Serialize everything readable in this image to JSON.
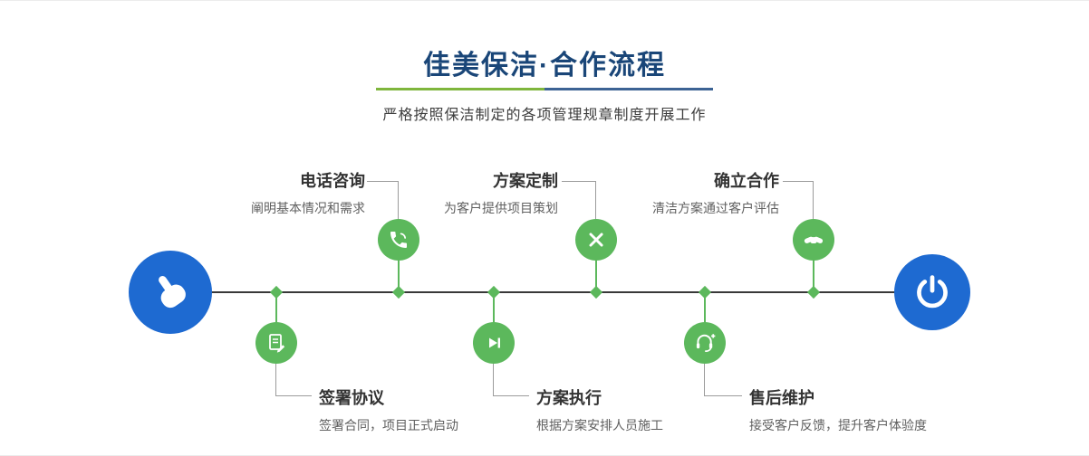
{
  "header": {
    "title": "佳美保洁·合作流程",
    "subtitle": "严格按照保洁制定的各项管理规章制度开展工作"
  },
  "flow": {
    "start_icon": "pointer-hand-icon",
    "end_icon": "power-icon",
    "steps_top": [
      {
        "title": "电话咨询",
        "desc": "阐明基本情况和需求",
        "icon": "phone-icon"
      },
      {
        "title": "方案定制",
        "desc": "为客户提供项目策划",
        "icon": "design-tools-icon"
      },
      {
        "title": "确立合作",
        "desc": "清洁方案通过客户评估",
        "icon": "handshake-icon"
      }
    ],
    "steps_bottom": [
      {
        "title": "签署协议",
        "desc": "签署合同，项目正式启动",
        "icon": "contract-icon"
      },
      {
        "title": "方案执行",
        "desc": "根据方案安排人员施工",
        "icon": "execute-icon"
      },
      {
        "title": "售后维护",
        "desc": "接受客户反馈，提升客户体验度",
        "icon": "support-icon"
      }
    ]
  },
  "colors": {
    "accent_green": "#5cb85c",
    "accent_blue": "#1e6ad1",
    "title_navy": "#1a4678",
    "divider_green": "#7fb63d",
    "divider_blue": "#3c6394",
    "line_dark": "#383838"
  }
}
